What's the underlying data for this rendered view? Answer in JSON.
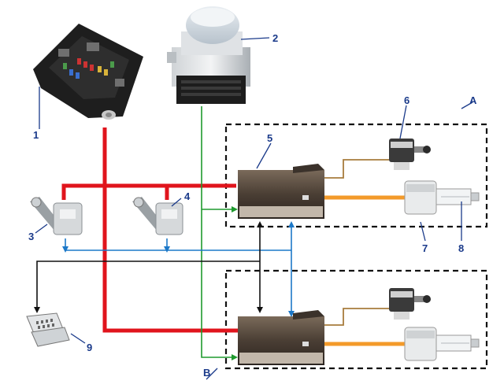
{
  "callouts": {
    "c1": "1",
    "c2": "2",
    "c3": "3",
    "c4": "4",
    "c5": "5",
    "c6": "6",
    "c7": "7",
    "c8": "8",
    "c9": "9",
    "group_a": "A",
    "group_b": "B"
  },
  "colors": {
    "power_wire": "#e0141c",
    "abs_wire": "#1f9a2e",
    "sensor_wire": "#1c78c8",
    "diag_wire": "#111111",
    "motor_wire": "#a87c3c",
    "lamp_wire": "#f39a2a",
    "callout_text": "#1a3a8a"
  }
}
